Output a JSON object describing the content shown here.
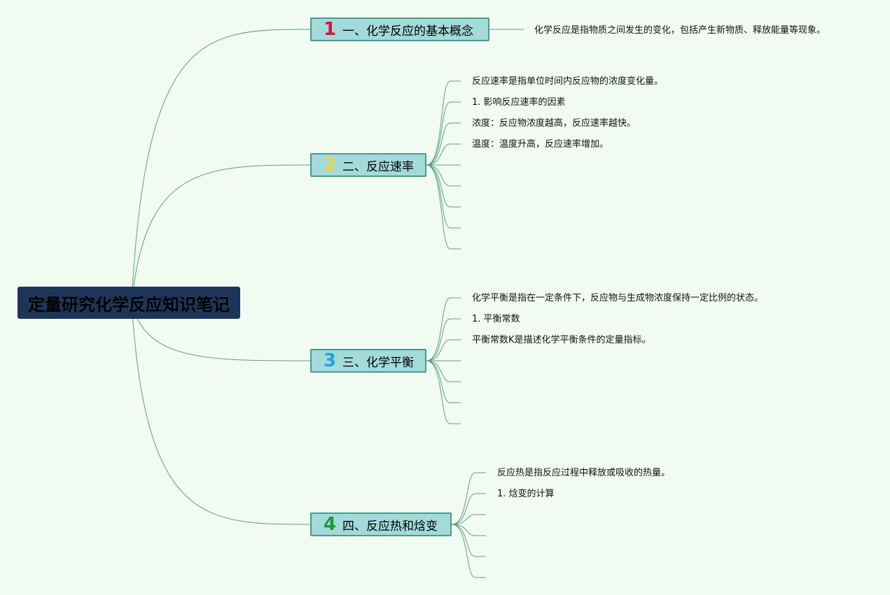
{
  "root": {
    "title": "定量研究化学反应知识笔记"
  },
  "colors": {
    "background": "#f1fbf1",
    "root_fill": "#1d3558",
    "branch_fill": "#a3dada",
    "branch_border": "#4b9a8c",
    "link": "#5e9e84"
  },
  "branches": [
    {
      "number": "1",
      "number_color": "#d8163a",
      "label": "一、化学反应的基本概念",
      "leaves": [
        "化学反应是指物质之间发生的变化，包括产生新物质、释放能量等现象。"
      ]
    },
    {
      "number": "2",
      "number_color": "#f0d04a",
      "label": "二、反应速率",
      "leaves": [
        "反应速率是指单位时间内反应物的浓度变化量。",
        "1. 影响反应速率的因素",
        "浓度：反应物浓度越高，反应速率越快。",
        "温度：温度升高，反应速率增加。",
        "",
        "",
        "",
        "",
        ""
      ]
    },
    {
      "number": "3",
      "number_color": "#2a9ee0",
      "label": "三、化学平衡",
      "leaves": [
        "化学平衡是指在一定条件下，反应物与生成物浓度保持一定比例的状态。",
        "1. 平衡常数",
        "平衡常数K是描述化学平衡条件的定量指标。",
        "",
        "",
        "",
        ""
      ]
    },
    {
      "number": "4",
      "number_color": "#1f9a3a",
      "label": "四、反应热和焓变",
      "leaves": [
        "反应热是指反应过程中释放或吸收的热量。",
        "1. 焓变的计算",
        "",
        "",
        "",
        ""
      ]
    }
  ]
}
